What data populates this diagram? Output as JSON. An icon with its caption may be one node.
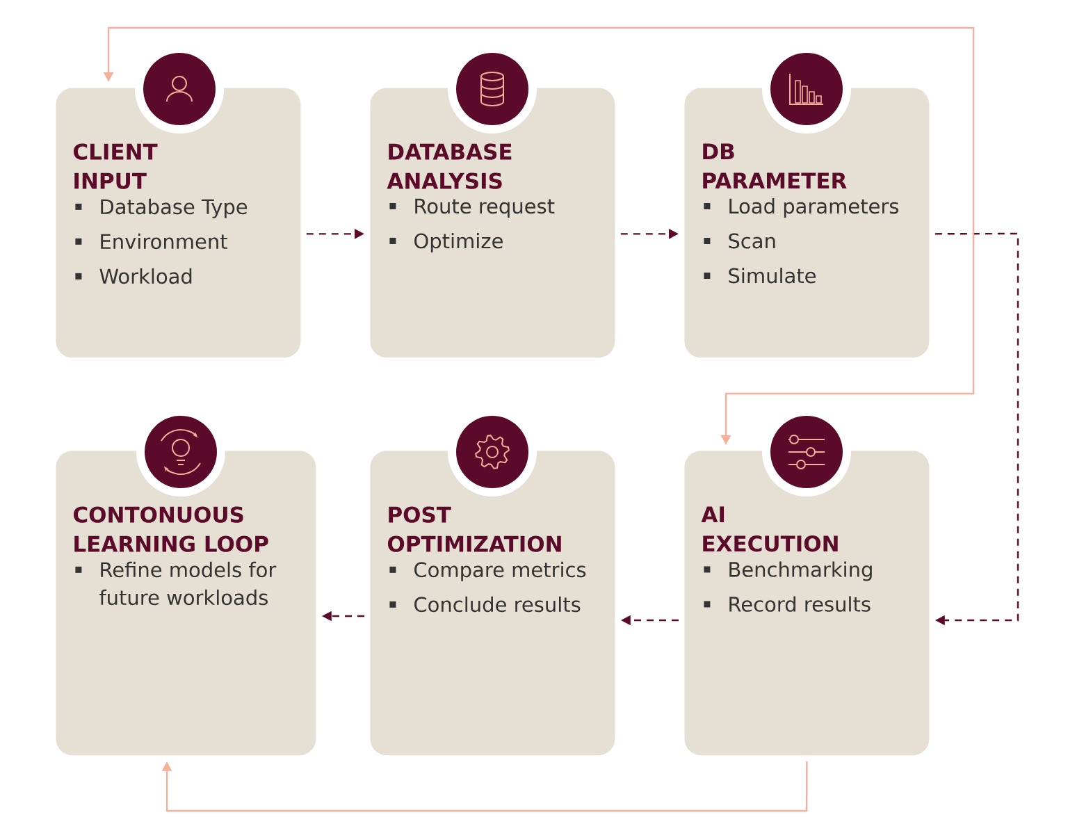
{
  "diagram": {
    "nodes": [
      {
        "text": [
          "CLIENT INPUT",
          "Database Type",
          "Environment",
          "Workload"
        ]
      },
      {
        "text": [
          "DATABASE ANALYSIS",
          "Route request",
          "Optimize"
        ]
      },
      {
        "text": [
          "DB PARAMETER",
          "Load parameters",
          "Scan",
          "Simulate"
        ]
      },
      {
        "text": [
          "CONTONUOUS LEARNING LOOP",
          "Refine models for future workloads"
        ]
      },
      {
        "text": [
          "POST OPTIMIZATION",
          "Compare metrics",
          "Conclude results"
        ]
      },
      {
        "text": [
          "AI EXECUTION",
          "Benchmarking",
          "Record results"
        ]
      }
    ],
    "edges": [
      {
        "from": 0,
        "to": 1,
        "arrow": "to",
        "style": "dashed"
      },
      {
        "from": 1,
        "to": 2,
        "arrow": "to",
        "style": "dashed"
      },
      {
        "from": 2,
        "to": 5,
        "arrow": "to",
        "style": "dashed"
      },
      {
        "from": 5,
        "to": 4,
        "arrow": "to",
        "style": "dashed"
      },
      {
        "from": 4,
        "to": 3,
        "arrow": "to",
        "style": "dashed"
      },
      {
        "from": 5,
        "to": 3,
        "arrow": "to",
        "color": "#f4b09a"
      },
      {
        "from": 0,
        "to": 5,
        "arrow": "both",
        "color": "#f4b09a"
      }
    ]
  }
}
